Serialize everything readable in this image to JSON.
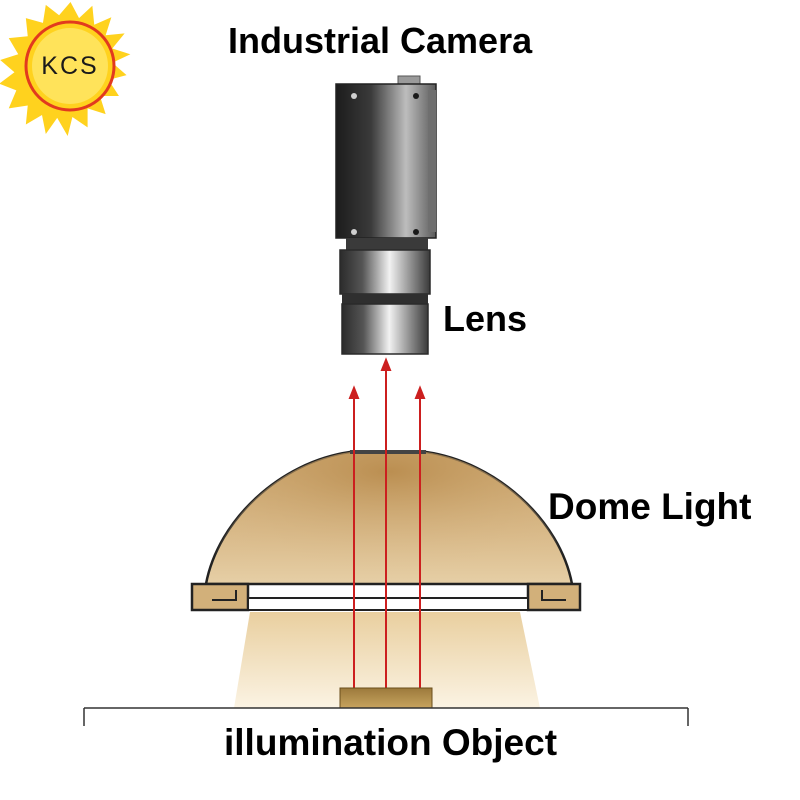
{
  "logo": {
    "text": "KCS"
  },
  "labels": {
    "camera": "Industrial Camera",
    "lens": "Lens",
    "dome": "Dome Light",
    "object": "illumination Object"
  },
  "colors": {
    "sun": "#ffd21e",
    "sun_ring": "#e23a1e",
    "dome_fill": "#c9a26a",
    "light_cone": "#f2dfbd",
    "ray": "#cc1f1f",
    "object": "#b38e4c",
    "camera_dark": "#2a2a2a"
  }
}
